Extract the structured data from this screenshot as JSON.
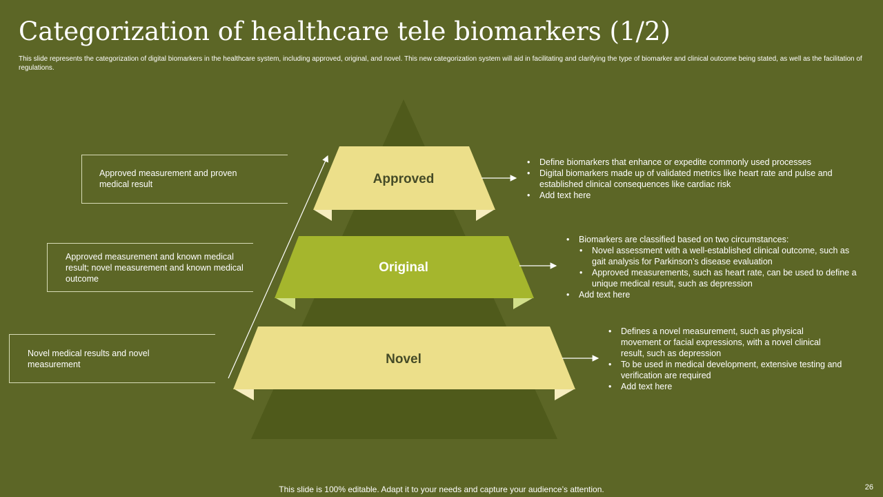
{
  "header": {
    "title": "Categorization of healthcare tele biomarkers (1/2)",
    "description": "This slide represents the categorization of digital biomarkers in the healthcare system, including approved, original, and novel. This new categorization system will aid in facilitating and clarifying the type of biomarker and clinical outcome being stated, as well as the facilitation of regulations."
  },
  "tiers": [
    {
      "label": "Approved",
      "left_note": "Approved  measurement  and  proven medical result",
      "bullets": [
        {
          "text": "Define  biomarkers  that  enhance  or  expedite  commonly  used  processes",
          "level": 1
        },
        {
          "text": "Digital  biomarkers  made  up  of  validated   metrics  like  heart  rate  and pulse  and  established  clinical  consequences  like  cardiac  risk",
          "level": 1
        },
        {
          "text": "Add  text  here",
          "level": 1
        }
      ]
    },
    {
      "label": "Original",
      "left_note": "Approved  measurement  and  known  medical result;  novel  measurement  and  known medical  outcome",
      "bullets": [
        {
          "text": "Biomarkers  are  classified  based  on  two  circumstances:",
          "level": 1
        },
        {
          "text": "Novel  assessment  with  a  well-established  clinical  outcome,  such as  gait  analysis  for  Parkinson’s  disease  evaluation",
          "level": 2
        },
        {
          "text": "Approved  measurements,  such  as  heart  rate,  can  be  used  to define  a  unique  medical  result,  such  as  depression",
          "level": 2
        },
        {
          "text": "Add  text  here",
          "level": 1
        }
      ]
    },
    {
      "label": "Novel",
      "left_note": "Novel  medical  results  and  novel measurement",
      "bullets": [
        {
          "text": "Defines  a  novel  measurement,  such  as  physical movement   or  facial  expressions,  with  a  novel  clinical result,  such  as  depression",
          "level": 1
        },
        {
          "text": "To  be  used  in  medical  development,  extensive  testing and  verification   are  required",
          "level": 1
        },
        {
          "text": "Add  text  here",
          "level": 1
        }
      ]
    }
  ],
  "footer": {
    "note": "This slide is 100% editable. Adapt it to your needs and capture your audience’s attention.",
    "page_number": "26"
  },
  "colors": {
    "background": "#5c6626",
    "pyramid_dark": "#4f5a1b",
    "band_light": "#ecdf8a",
    "band_green": "#a5b62d",
    "fold_light": "#f6edbf",
    "fold_green": "#d2df8a",
    "label_dark": "#454b27",
    "label_white": "#ffffff"
  }
}
